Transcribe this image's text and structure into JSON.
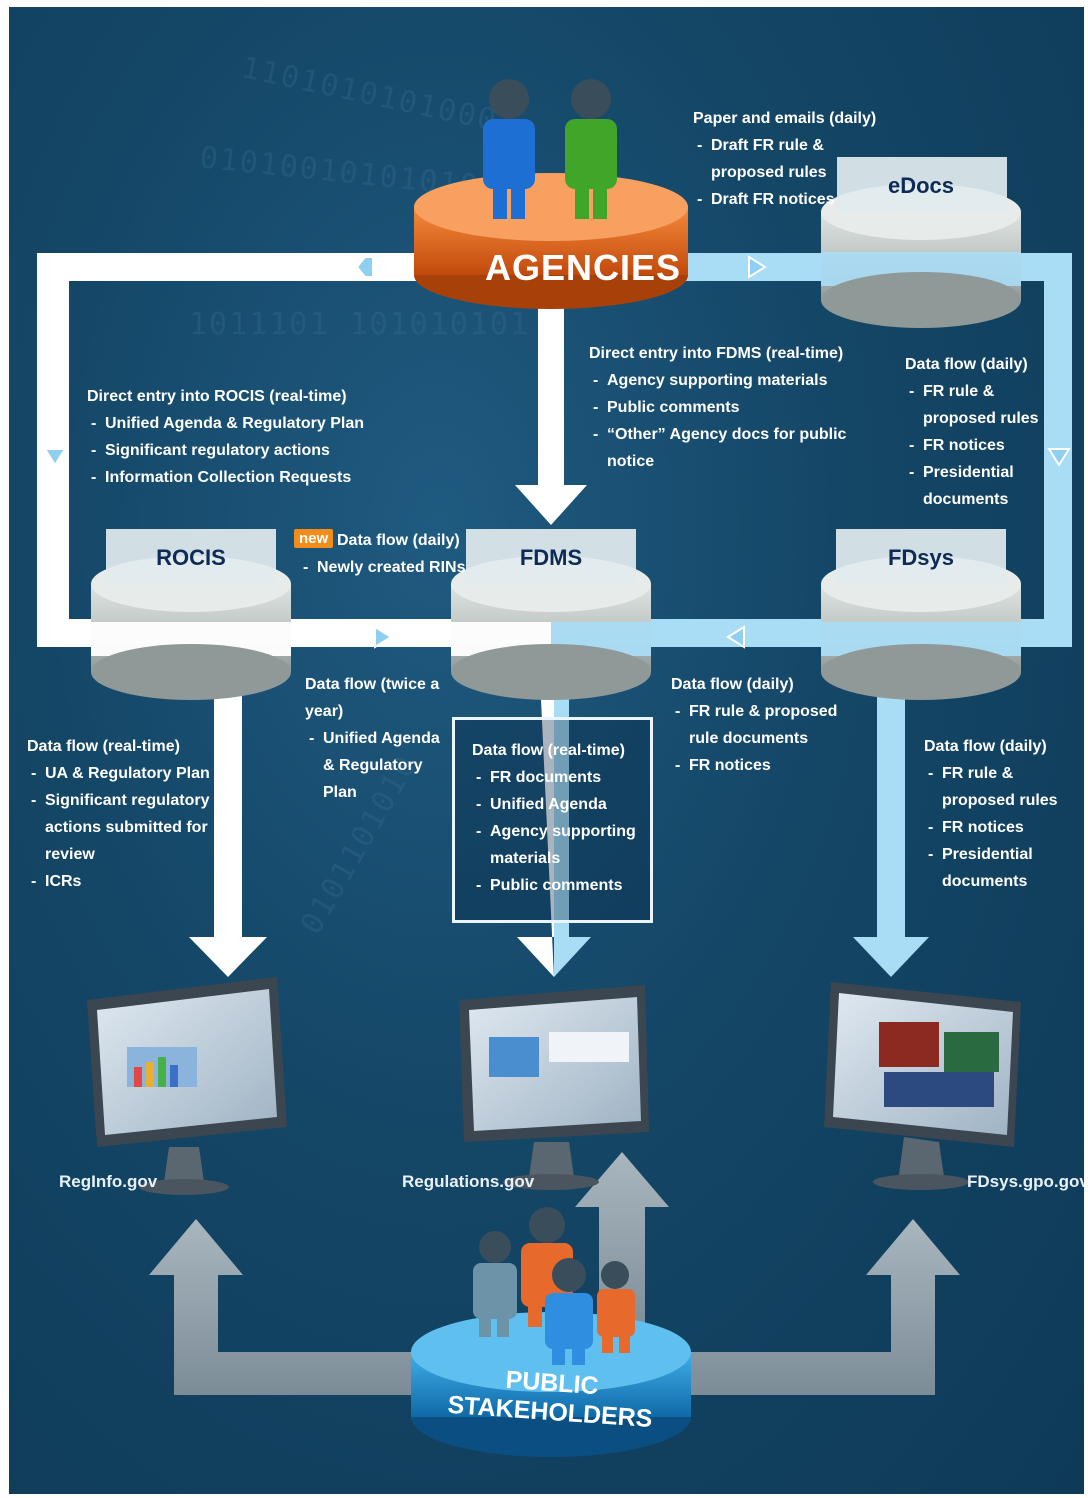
{
  "nodes": {
    "agencies": "AGENCIES",
    "edocs": "eDocs",
    "rocis": "ROCIS",
    "fdms": "FDMS",
    "fdsys": "FDsys",
    "public_stakeholders": "PUBLIC STAKEHOLDERS"
  },
  "flows": {
    "paper_emails": {
      "title": "Paper and emails (daily)",
      "items": [
        "Draft FR rule & proposed rules",
        "Draft FR notices"
      ]
    },
    "direct_rocis": {
      "title": "Direct entry into ROCIS (real-time)",
      "items": [
        "Unified Agenda & Regulatory Plan",
        "Significant regulatory actions",
        "Information Collection Requests"
      ]
    },
    "direct_fdms": {
      "title": "Direct entry into FDMS (real-time)",
      "items": [
        "Agency supporting materials",
        "Public comments",
        "“Other” Agency docs for public notice"
      ]
    },
    "edocs_to_fdsys": {
      "title": "Data flow (daily)",
      "items": [
        "FR rule & proposed rules",
        "FR notices",
        "Presidential documents"
      ]
    },
    "fdms_to_rocis": {
      "badge": "new",
      "title": "Data flow (daily)",
      "items": [
        "Newly created RINs"
      ]
    },
    "rocis_to_fdms": {
      "title": "Data flow (twice a year)",
      "items": [
        "Unified Agenda & Regulatory Plan"
      ]
    },
    "fdsys_to_fdms": {
      "title": "Data flow (daily)",
      "items": [
        "FR rule & proposed rule documents",
        "FR notices"
      ]
    },
    "rocis_to_reginfo": {
      "title": "Data flow (real-time)",
      "items": [
        "UA & Regulatory Plan",
        "Significant regulatory actions submitted for review",
        "ICRs"
      ]
    },
    "fdms_to_regulations": {
      "title": "Data flow (real-time)",
      "items": [
        "FR documents",
        "Unified Agenda",
        "Agency supporting materials",
        "Public comments"
      ]
    },
    "fdsys_to_gpo": {
      "title": "Data flow (daily)",
      "items": [
        "FR rule & proposed rules",
        "FR notices",
        "Presidential documents"
      ]
    }
  },
  "sites": {
    "reginfo": "RegInfo.gov",
    "regulations": "Regulations.gov",
    "fdsys_gpo": "FDsys.gpo.gov"
  },
  "colors": {
    "background": "#144666",
    "white_arrow": "#ffffff",
    "light_blue_arrow": "#a9dcf5",
    "grey_arrow": "#8e9ea8",
    "agencies_disc": "#e8651e",
    "public_disc": "#1c8ed0",
    "new_badge": "#f28c1a"
  }
}
